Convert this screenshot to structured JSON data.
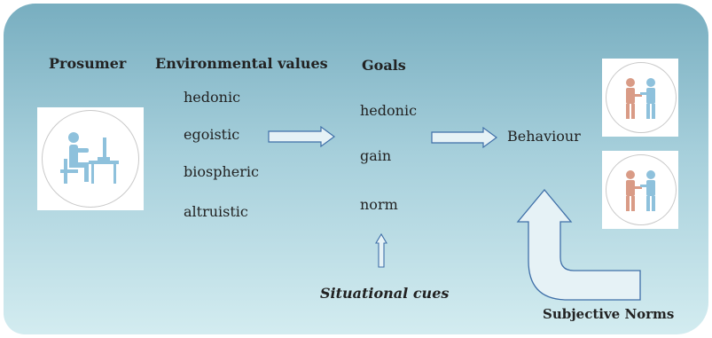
{
  "headers": {
    "prosumer": "Prosumer",
    "environmental_values": "Environmental values",
    "goals": "Goals"
  },
  "values": [
    "hedonic",
    "egoistic",
    "biospheric",
    "altruistic"
  ],
  "goals": [
    "hedonic",
    "gain",
    "norm"
  ],
  "behaviour": "Behaviour",
  "situational_cues": "Situational cues",
  "subjective_norms": "Subjective Norms",
  "icons": {
    "prosumer": "person-at-computer-icon",
    "norms_top": "people-shaking-hands-icon",
    "norms_bottom": "people-shaking-hands-icon"
  },
  "colors": {
    "background_top": "#78aec0",
    "background_bottom": "#d3ecf0",
    "icon_blue": "#8ec1dc",
    "icon_orange": "#d99b86",
    "arrow_stroke": "#3f6fa8"
  }
}
